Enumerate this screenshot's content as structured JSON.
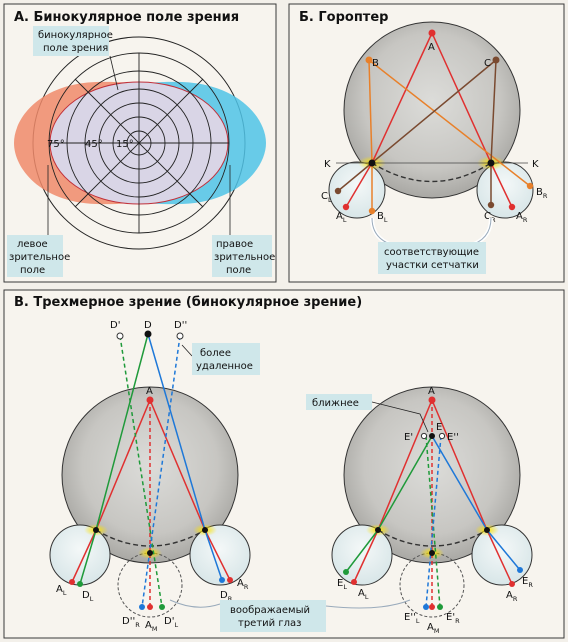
{
  "panelA": {
    "title": "А. Бинокулярное поле зрения",
    "binocular_label_1": "бинокулярное",
    "binocular_label_2": "поле зрения",
    "deg75": "75°",
    "deg45": "45°",
    "deg15": "15°",
    "left_1": "левое",
    "left_2": "зрительное",
    "left_3": "поле",
    "right_1": "правое",
    "right_2": "зрительное",
    "right_3": "поле",
    "colors": {
      "left": "#f08a6a",
      "right": "#4fc3e6",
      "center": "#d9d5e6"
    }
  },
  "panelB": {
    "title": "Б. Гороптер",
    "A": "A",
    "B": "B",
    "C": "C",
    "K": "K",
    "CL": "C",
    "CL_sub": "L",
    "AL": "A",
    "AL_sub": "L",
    "BL": "B",
    "BL_sub": "L",
    "CR": "C",
    "CR_sub": "R",
    "AR": "A",
    "AR_sub": "R",
    "BR": "B",
    "BR_sub": "R",
    "caption_1": "соответствующие",
    "caption_2": "участки сетчатки"
  },
  "panelC": {
    "title": "В. Трехмерное зрение (бинокулярное зрение)",
    "D1": "D'",
    "D": "D",
    "D2": "D''",
    "far_1": "более",
    "far_2": "удаленное",
    "A": "A",
    "AL": "A",
    "AL_sub": "L",
    "DL": "D",
    "DL_sub": "L",
    "AR": "A",
    "AR_sub": "R",
    "DR": "D",
    "DR_sub": "R",
    "D2R": "D''",
    "D2R_sub": "R",
    "AM": "A",
    "AM_sub": "M",
    "D1L": "D'",
    "D1L_sub": "L",
    "near": "ближнее",
    "E1": "E'",
    "E": "E",
    "E2": "E''",
    "EL": "E",
    "EL_sub": "L",
    "ALb": "A",
    "ALb_sub": "L",
    "ER": "E",
    "ER_sub": "R",
    "ARb": "A",
    "ARb_sub": "R",
    "E2L": "E''",
    "E2L_sub": "L",
    "AMb": "A",
    "AMb_sub": "M",
    "E1R": "E'",
    "E1R_sub": "R",
    "third_1": "воображаемый",
    "third_2": "третий глаз"
  }
}
